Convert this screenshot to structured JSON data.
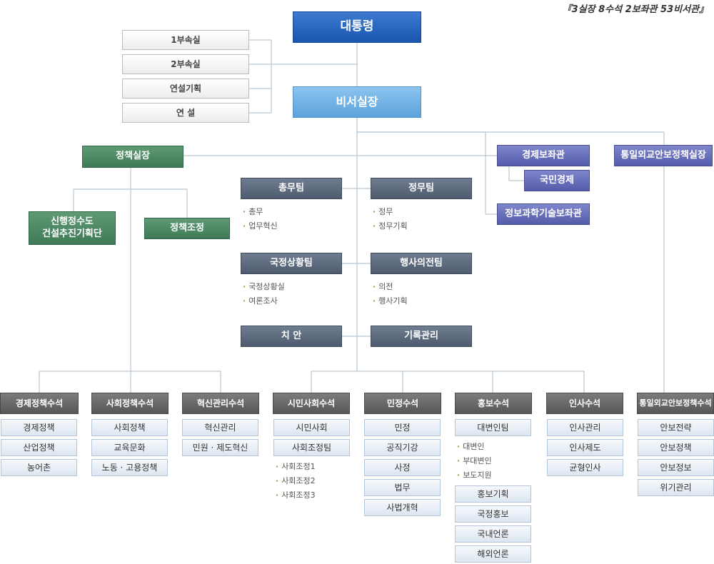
{
  "note": "『3실장 8수석 2보좌관 53비서관』",
  "president": "대통령",
  "chief_of_staff": "비서실장",
  "side_offices": [
    "1부속실",
    "2부속실",
    "연설기획",
    "연 설"
  ],
  "policy_chief": "정책실장",
  "policy_units": [
    "신행정수도\n건설추진기획단",
    "정책조정"
  ],
  "advisers": {
    "economy": "경제보좌관",
    "economy_sub": "국민경제",
    "science": "정보과학기술보좌관"
  },
  "security_chief": "통일외교안보정책실장",
  "teams": [
    {
      "name": "총무팀",
      "items": [
        "총무",
        "업무혁신"
      ]
    },
    {
      "name": "정무팀",
      "items": [
        "정무",
        "정무기획"
      ]
    },
    {
      "name": "국정상황팀",
      "items": [
        "국정상황실",
        "여론조사"
      ]
    },
    {
      "name": "행사의전팀",
      "items": [
        "의전",
        "행사기획"
      ]
    },
    {
      "name": "치 안",
      "items": []
    },
    {
      "name": "기록관리",
      "items": []
    }
  ],
  "secretaries": [
    {
      "name": "경제정책수석",
      "items": [
        "경제정책",
        "산업정책",
        "농어촌"
      ]
    },
    {
      "name": "사회정책수석",
      "items": [
        "사회정책",
        "교육문화",
        "노동 · 고용정책"
      ]
    },
    {
      "name": "혁신관리수석",
      "items": [
        "혁신관리",
        "민원 · 제도혁신"
      ]
    },
    {
      "name": "시민사회수석",
      "items": [
        "시민사회",
        "사회조정팀"
      ],
      "bullets": [
        "사회조정1",
        "사회조정2",
        "사회조정3"
      ]
    },
    {
      "name": "민정수석",
      "items": [
        "민정",
        "공직기강",
        "사정",
        "법무",
        "사법개혁"
      ]
    },
    {
      "name": "홍보수석",
      "items": [
        "대변인팀"
      ],
      "bullets": [
        "대변인",
        "부대변인",
        "보도지원"
      ],
      "items2": [
        "홍보기획",
        "국정홍보",
        "국내언론",
        "해외언론"
      ]
    },
    {
      "name": "인사수석",
      "items": [
        "인사관리",
        "인사제도",
        "균형인사"
      ]
    },
    {
      "name": "통일외교안보정책수석",
      "items": [
        "안보전략",
        "안보정책",
        "안보정보",
        "위기관리"
      ]
    }
  ],
  "colors": {
    "line": "#b9c6d1",
    "top": "#1a56b0",
    "secondary": "#5da3dd",
    "policy": "#3f7a57",
    "adviser": "#555caa",
    "team": "#4f5b6e",
    "secretary": "#575757"
  }
}
